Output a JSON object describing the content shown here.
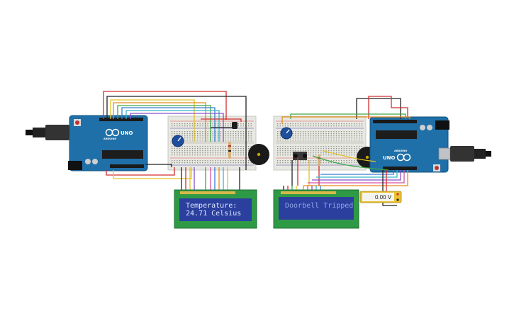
{
  "left_lcd": {
    "line1": "Temperature:",
    "line2": "24.71 Celsius"
  },
  "right_lcd": {
    "line1": "Doorbell Tripped",
    "line2": ""
  },
  "multimeter": {
    "reading": "0.00 V"
  },
  "left_arduino": {
    "brand": "UNO",
    "logo_text": "ARDUINO"
  },
  "right_arduino": {
    "brand": "UNO",
    "logo_text": "ARDUINO"
  },
  "colors": {
    "board": "#1f6fa8",
    "breadboard": "#e8e8e3",
    "lcd_frame": "#2f9a45",
    "lcd_screen": "#2b3f9e",
    "wire_red": "#d22d2d",
    "wire_black": "#222222",
    "wire_yellow": "#e3c227",
    "wire_orange": "#e58a1f",
    "wire_green": "#3aa845",
    "wire_blue": "#3b7bd4",
    "wire_purple": "#8a4fc9",
    "wire_pink": "#d94ea5",
    "wire_cyan": "#37b7c9"
  }
}
